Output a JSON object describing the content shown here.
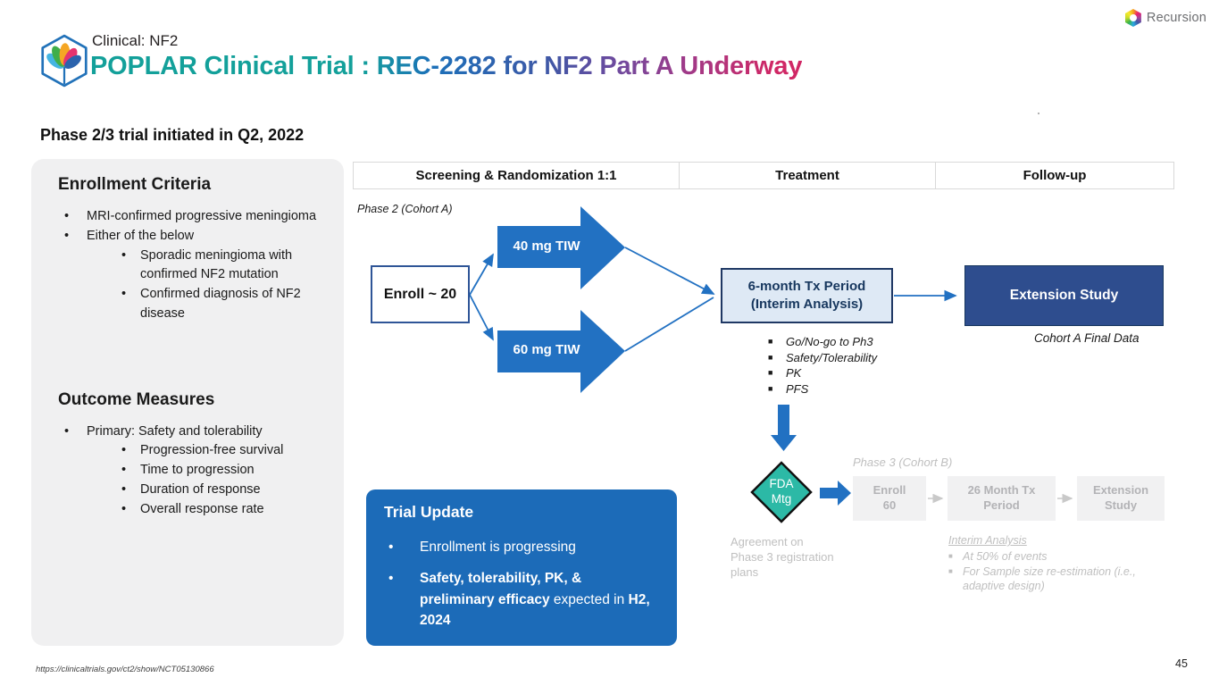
{
  "brand": {
    "wordmark": "Recursion"
  },
  "header": {
    "kicker": "Clinical: NF2",
    "title": "POPLAR Clinical Trial : REC-2282 for NF2 Part A Underway"
  },
  "section_heading": "Phase 2/3 trial initiated in Q2, 2022",
  "left_panel": {
    "enrollment_heading": "Enrollment Criteria",
    "enrollment_bullets": [
      "MRI-confirmed progressive meningioma",
      "Either of the below"
    ],
    "enrollment_sub_bullets": [
      "Sporadic meningioma with confirmed NF2 mutation",
      "Confirmed diagnosis of NF2 disease"
    ],
    "outcomes_heading": "Outcome Measures",
    "outcomes_bullets": [
      "Primary: Safety and tolerability"
    ],
    "outcomes_sub_bullets": [
      "Progression-free survival",
      "Time to progression",
      "Duration of response",
      "Overall response rate"
    ]
  },
  "diagram": {
    "columns": [
      "Screening & Randomization 1:1",
      "Treatment",
      "Follow-up"
    ],
    "phase2_label": "Phase 2 (Cohort A)",
    "enroll_box": "Enroll ~ 20",
    "arm_top": "40 mg TIW",
    "arm_bottom": "60 mg TIW",
    "tx_box": "6-month Tx Period\n(Interim Analysis)",
    "extension_box": "Extension Study",
    "cohort_a_note": "Cohort A Final Data",
    "interim_bullets": [
      "Go/No-go to Ph3",
      "Safety/Tolerability",
      "PK",
      "PFS"
    ],
    "fda_diamond": "FDA\nMtg",
    "phase3_label": "Phase 3 (Cohort B)",
    "phase3_box_1": "Enroll\n60",
    "phase3_box_2": "26 Month Tx\nPeriod",
    "phase3_box_3": "Extension\nStudy",
    "agreement_note": "Agreement on\nPhase 3 registration\nplans",
    "interim_analysis_heading": "Interim Analysis",
    "interim_analysis_bullets": [
      "At 50% of events",
      "For Sample size re-estimation (i.e., adaptive design)"
    ]
  },
  "trial_update": {
    "heading": "Trial Update",
    "bullet1": "Enrollment is progressing",
    "bullet2_bold1": "Safety, tolerability, PK, & preliminary efficacy",
    "bullet2_regular": " expected in ",
    "bullet2_bold2": "H2, 2024"
  },
  "footer": {
    "source_url": "https://clinicaltrials.gov/ct2/show/NCT05130866",
    "page_number": "45"
  },
  "colors": {
    "arrow_blue": "#2271c2",
    "navy_border": "#1f3864",
    "tx_fill": "#dee9f5",
    "extension_fill": "#2e4d8e",
    "update_box_blue": "#1c6bb8",
    "fda_teal": "#2cb9a6",
    "title_teal": "#13a09a",
    "title_blue": "#1c70b9",
    "title_magenta": "#d02765",
    "muted_gray": "#bfbfbf"
  }
}
